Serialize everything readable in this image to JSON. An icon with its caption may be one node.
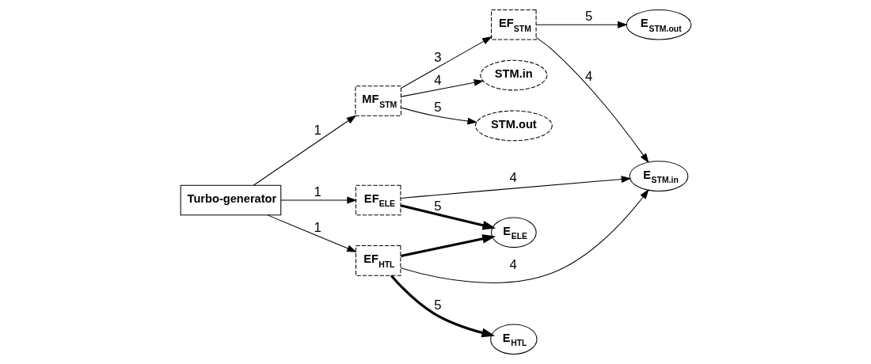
{
  "diagram": {
    "nodes": [
      {
        "text": [
          "Turbo-generator"
        ]
      },
      {
        "text": [
          "MF$_{STM}$"
        ]
      },
      {
        "text": [
          "EF$_{STM}$"
        ]
      },
      {
        "text": [
          "E$_{STM.out}$"
        ]
      },
      {
        "text": [
          "STM.in"
        ]
      },
      {
        "text": [
          "STM.out"
        ]
      },
      {
        "text": [
          "EF$_{ELE}$"
        ]
      },
      {
        "text": [
          "E$_{STM.in}$"
        ]
      },
      {
        "text": [
          "E$_{ELE}$"
        ]
      },
      {
        "text": [
          "EF$_{HTL}$"
        ]
      },
      {
        "text": [
          "E$_{HTL}$"
        ]
      }
    ],
    "edges": [
      {
        "from": 0,
        "to": 1,
        "arrow": "to",
        "label": "1"
      },
      {
        "from": 0,
        "to": 6,
        "arrow": "to",
        "label": "1"
      },
      {
        "from": 0,
        "to": 9,
        "arrow": "to",
        "label": "1"
      },
      {
        "from": 1,
        "to": 2,
        "arrow": "to",
        "label": "3"
      },
      {
        "from": 1,
        "to": 4,
        "arrow": "to",
        "label": "4"
      },
      {
        "from": 1,
        "to": 5,
        "arrow": "to",
        "label": "5"
      },
      {
        "from": 2,
        "to": 3,
        "arrow": "to",
        "label": "5"
      },
      {
        "from": 2,
        "to": 7,
        "arrow": "to",
        "label": "4"
      },
      {
        "from": 6,
        "to": 7,
        "arrow": "to",
        "label": "4"
      },
      {
        "from": 6,
        "to": 8,
        "arrow": "to",
        "label": "5",
        "style": "thick"
      },
      {
        "from": 9,
        "to": 8,
        "arrow": "to",
        "style": "thick"
      },
      {
        "from": 9,
        "to": 7,
        "arrow": "to",
        "label": "4"
      },
      {
        "from": 9,
        "to": 10,
        "arrow": "to",
        "label": "5",
        "style": "thick"
      }
    ]
  }
}
